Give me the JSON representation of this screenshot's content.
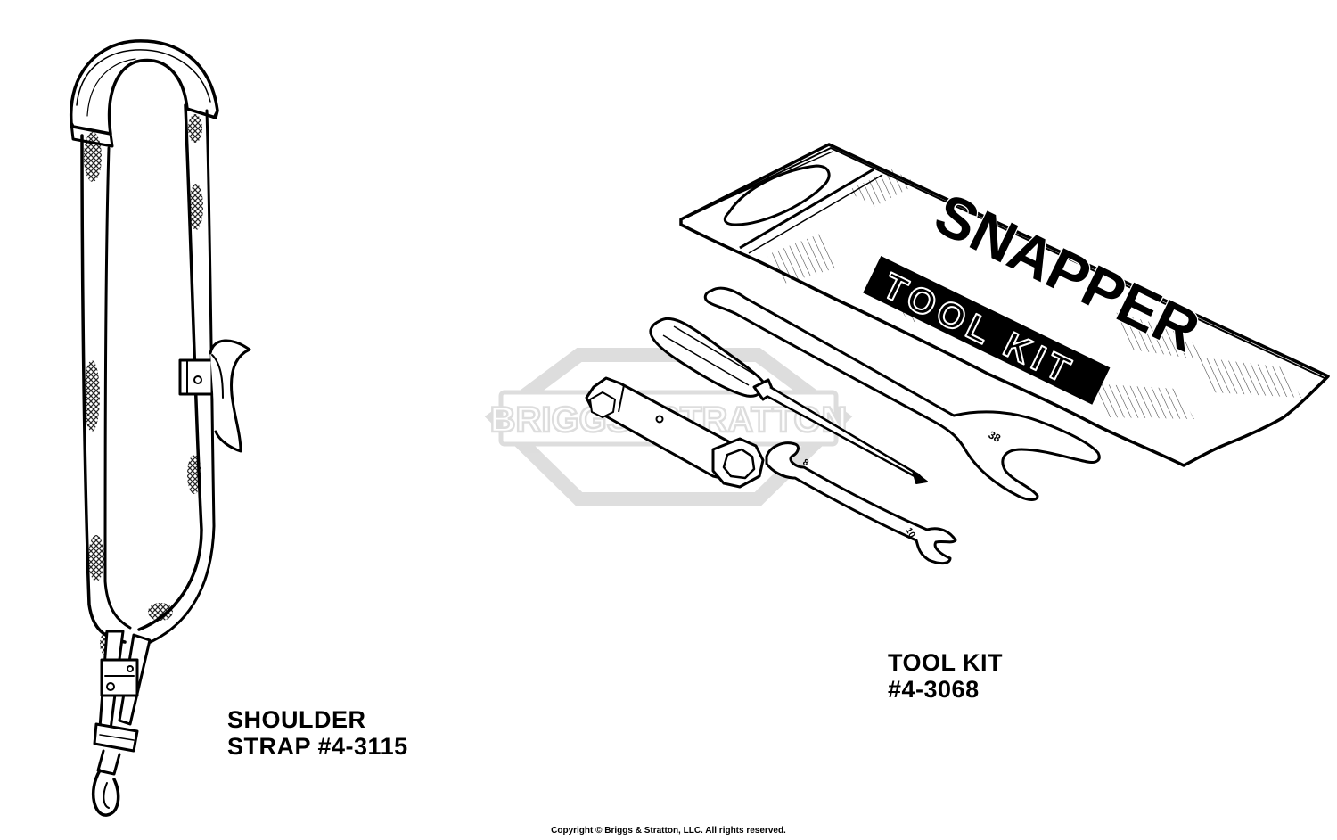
{
  "watermark": {
    "text": "BRIGGS&STRATTON"
  },
  "tool_kit_bag": {
    "brand": "SNAPPER",
    "band_text": "TOOL KIT"
  },
  "wrench_sizes": {
    "large": "38",
    "small_a": "8",
    "small_b": "10"
  },
  "labels": {
    "shoulder_strap": {
      "line1": "SHOULDER",
      "line2": "STRAP #4-3115"
    },
    "tool_kit": {
      "line1": "TOOL KIT",
      "line2": "#4-3068"
    }
  },
  "copyright": "Copyright © Briggs & Stratton, LLC. All rights reserved."
}
